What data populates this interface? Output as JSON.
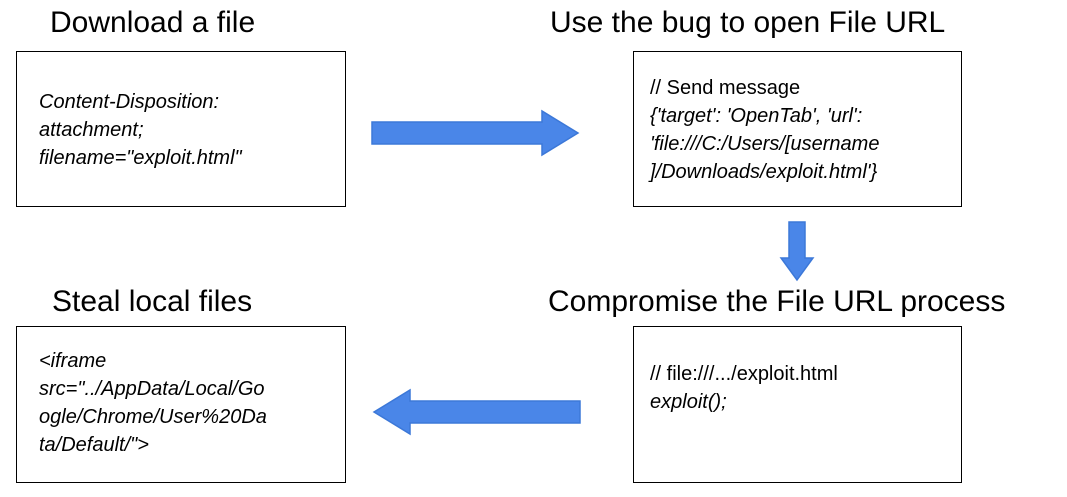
{
  "steps": {
    "download": {
      "title": "Download a file",
      "lines": [
        "Content-Disposition:",
        "attachment;",
        "filename=\"exploit.html\""
      ]
    },
    "use_bug": {
      "title": "Use the bug to open File URL",
      "comment": "// Send message",
      "lines": [
        "{'target': 'OpenTab', 'url':",
        "'file:///C:/Users/[username",
        "]/Downloads/exploit.html'}"
      ]
    },
    "compromise": {
      "title": "Compromise the File URL process",
      "comment": "// file:///.../exploit.html",
      "code": "exploit();"
    },
    "steal": {
      "title": "Steal local files",
      "lines": [
        "<iframe",
        "src=\"../AppData/Local/Go",
        "ogle/Chrome/User%20Da",
        "ta/Default/\">"
      ]
    }
  },
  "colors": {
    "arrow_fill": "#4a86e8",
    "arrow_stroke": "#3c78d8",
    "box_border": "#000000"
  }
}
